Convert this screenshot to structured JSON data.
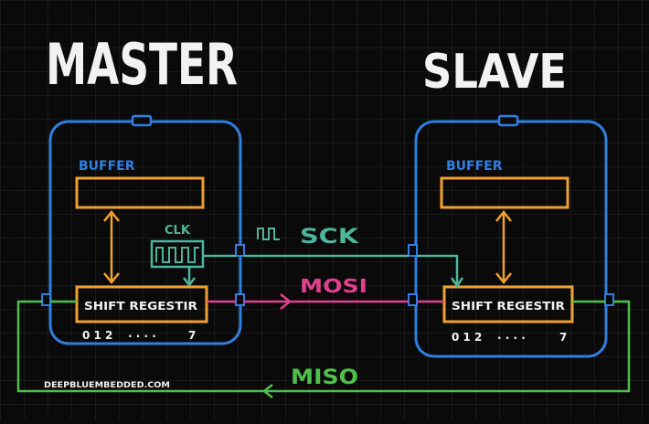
{
  "master": {
    "title": "MASTER",
    "buffer_label": "BUFFER",
    "clock_label": "CLK",
    "shift_register_label": "SHIFT REGESTIR",
    "bit_index_start": "0 1 2",
    "bit_index_dots": ". . . .",
    "bit_index_end": "7"
  },
  "slave": {
    "title": "SLAVE",
    "buffer_label": "BUFFER",
    "shift_register_label": "SHIFT REGESTIR",
    "bit_index_start": "0 1 2",
    "bit_index_dots": ". . . .",
    "bit_index_end": "7"
  },
  "signals": {
    "sck": "SCK",
    "mosi": "MOSI",
    "miso": "MISO"
  },
  "watermark": "DEEPBLUEMBEDDED.COM",
  "colors": {
    "background": "#0a0a0a",
    "grid": "#2a2a2a",
    "device_outline": "#2f7fe0",
    "buffer": "#f0a02e",
    "sck": "#4fb59a",
    "mosi": "#e0408f",
    "miso": "#4ec04a",
    "text": "#f2f2f2"
  }
}
